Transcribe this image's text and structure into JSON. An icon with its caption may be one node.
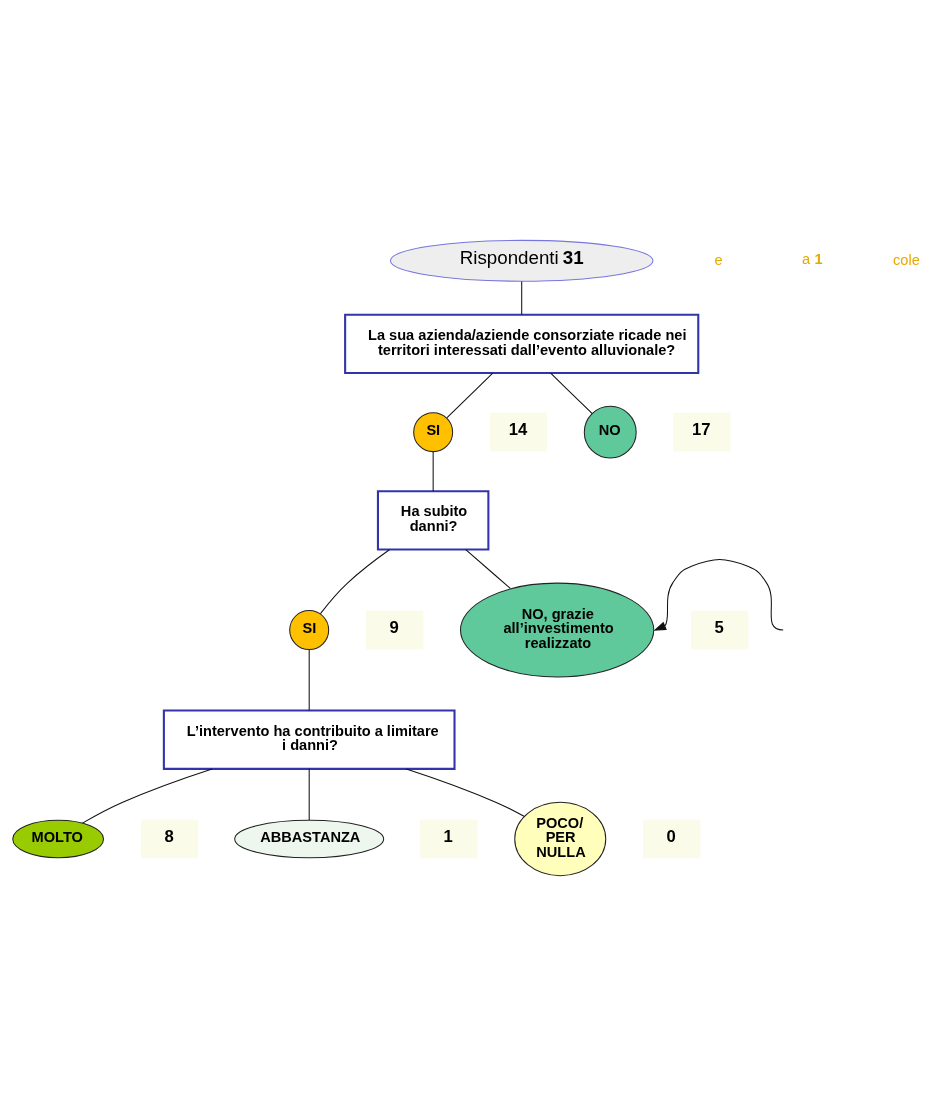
{
  "diagram": {
    "nodes": [
      {
        "text": [
          "Rispondenti **31**"
        ]
      },
      {
        "text": [
          "**La sua azienda/aziende consorziate ricade nei territori interessati dall’evento alluvionale?**"
        ]
      },
      {
        "text": [
          "**SI**"
        ],
        "beside": [
          "**14**"
        ]
      },
      {
        "text": [
          "**NO**"
        ],
        "beside": [
          "**17**"
        ]
      },
      {
        "text": [
          "**Ha subito danni?**"
        ]
      },
      {
        "text": [
          "**SI**"
        ],
        "beside": [
          "**9**"
        ]
      },
      {
        "text": [
          "**NO, grazie all’investimento realizzato**"
        ],
        "beside": [
          "**5**"
        ]
      },
      {
        "text": [
          "**L’intervento ha contribuito a limitare i danni?**"
        ]
      },
      {
        "text": [
          "**MOLTO**"
        ],
        "beside": [
          "**8**"
        ]
      },
      {
        "text": [
          "**ABBASTANZA**"
        ],
        "beside": [
          "**1**"
        ]
      },
      {
        "text": [
          "**POCO/ PER NULLA**"
        ],
        "beside": [
          "**0**"
        ]
      }
    ],
    "edges": [
      {
        "from": 0,
        "to": 1,
        "arrow": "none"
      },
      {
        "from": 1,
        "to": 2,
        "arrow": "none"
      },
      {
        "from": 1,
        "to": 3,
        "arrow": "none"
      },
      {
        "from": 2,
        "to": 4,
        "arrow": "none"
      },
      {
        "from": 4,
        "to": 5,
        "arrow": "none"
      },
      {
        "from": 4,
        "to": 6,
        "arrow": "none"
      },
      {
        "from": 5,
        "to": 7,
        "arrow": "none"
      },
      {
        "from": 7,
        "to": 8,
        "arrow": "none"
      },
      {
        "from": 7,
        "to": 9,
        "arrow": "none"
      },
      {
        "from": 7,
        "to": 10,
        "arrow": "none"
      },
      {
        "from": null,
        "to": 6,
        "arrow": "to"
      }
    ],
    "labels": [
      "e",
      "a **1**",
      "cole"
    ]
  }
}
